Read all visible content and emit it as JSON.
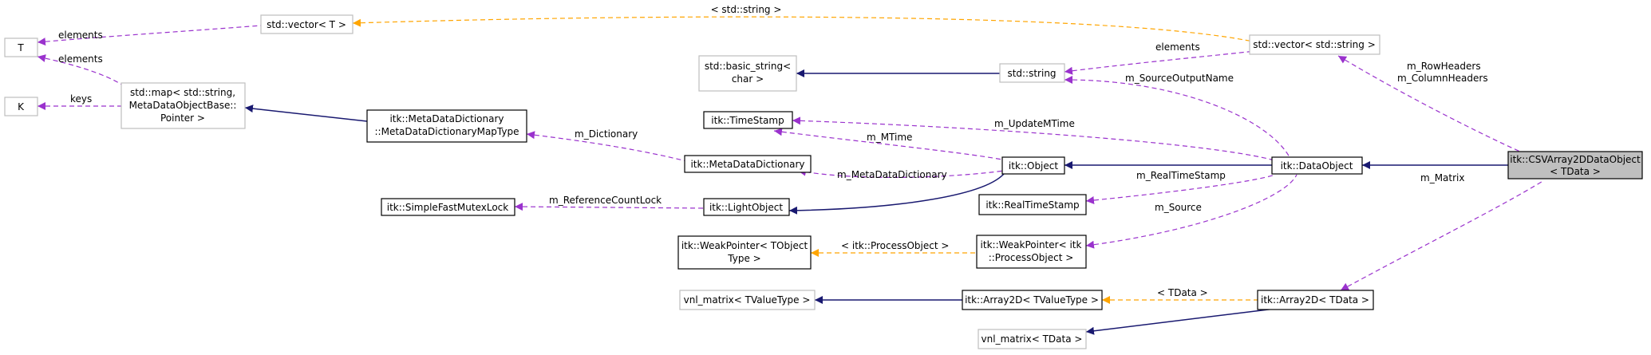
{
  "colors": {
    "inheritance": "#191970",
    "usage": "#9a32cd",
    "template": "#ffa500",
    "focus_fill": "#bfbfbf",
    "external_border": "#bfbfbf"
  },
  "nodes": {
    "csv_array2d_data_object": [
      "itk::CSVArray2DDataObject",
      "< TData >"
    ],
    "data_object": [
      "itk::DataObject"
    ],
    "object": [
      "itk::Object"
    ],
    "light_object": [
      "itk::LightObject"
    ],
    "simple_fast_mutex_lock": [
      "itk::SimpleFastMutexLock"
    ],
    "meta_data_dictionary": [
      "itk::MetaDataDictionary"
    ],
    "meta_data_dictionary_map_type": [
      "itk::MetaDataDictionary",
      "::MetaDataDictionaryMapType"
    ],
    "std_map": [
      "std::map< std::string,",
      "MetaDataObjectBase::",
      "Pointer >"
    ],
    "t": [
      "T"
    ],
    "k": [
      "K"
    ],
    "std_vector_t": [
      "std::vector< T >"
    ],
    "std_vector_std_string": [
      "std::vector< std::string >"
    ],
    "std_string": [
      "std::string"
    ],
    "std_basic_string": [
      "std::basic_string<",
      "char >"
    ],
    "time_stamp": [
      "itk::TimeStamp"
    ],
    "real_time_stamp": [
      "itk::RealTimeStamp"
    ],
    "weak_pointer_process_object": [
      "itk::WeakPointer< itk",
      "::ProcessObject >"
    ],
    "weak_pointer_tobject": [
      "itk::WeakPointer< TObject",
      "Type >"
    ],
    "array2d_tdata": [
      "itk::Array2D< TData >"
    ],
    "array2d_tvaluetype": [
      "itk::Array2D< TValueType >"
    ],
    "vnl_matrix_tvaluetype": [
      "vnl_matrix< TValueType >"
    ],
    "vnl_matrix_tdata": [
      "vnl_matrix< TData >"
    ]
  },
  "edge_labels": {
    "std_string_template": "< std::string >",
    "elements_vector_to_t": "elements",
    "elements_map_to_t": "elements",
    "keys": "keys",
    "elements_vector_to_string": "elements",
    "m_row_headers": "m_RowHeaders",
    "m_column_headers": "m_ColumnHeaders",
    "m_source_output_name": "m_SourceOutputName",
    "m_dictionary": "m_Dictionary",
    "m_update_mtime": "m_UpdateMTime",
    "m_mtime": "m_MTime",
    "m_meta_data_dictionary": "m_MetaDataDictionary",
    "m_real_time_stamp": "m_RealTimeStamp",
    "m_reference_count_lock": "m_ReferenceCountLock",
    "m_source": "m_Source",
    "process_object_template": "< itk::ProcessObject >",
    "m_matrix": "m_Matrix",
    "tdata_template": "< TData >"
  }
}
